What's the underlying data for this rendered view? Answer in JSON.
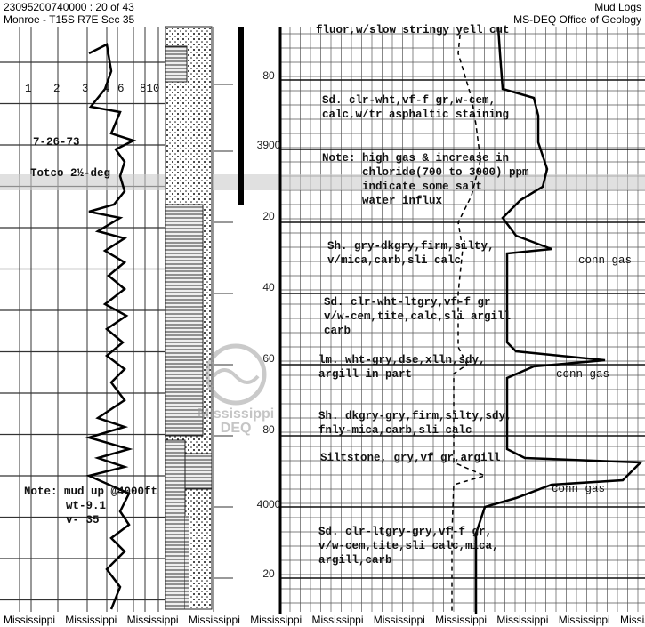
{
  "header": {
    "doc_id": "23095200740000 : 20 of 43",
    "location": "Monroe - T15S R7E Sec 35",
    "doc_type": "Mud Logs",
    "agency": "MS-DEQ Office of Geology"
  },
  "left_track": {
    "scale": [
      "1",
      "2",
      "3",
      "4",
      "6",
      "810"
    ],
    "date": "7-26-73",
    "totco": "Totco 2½-deg",
    "note": [
      "Note: mud up @4000ft",
      "wt-9.1",
      "v- 35"
    ]
  },
  "depths": [
    "80",
    "3900",
    "20",
    "40",
    "60",
    "80",
    "4000",
    "20"
  ],
  "descriptions": [
    [
      "fluor,w/slow stringy yell cut"
    ],
    [
      "Sd. clr-wht,vf-f gr,w-cem,",
      "calc,w/tr asphaltic staining"
    ],
    [
      "Note: high gas & increase in",
      "      chloride(700 to 3000) ppm",
      "      indicate some salt",
      "      water influx"
    ],
    [
      "Sh. gry-dkgry,firm,silty,",
      "v/mica,carb,sli calc"
    ],
    [
      "Sd. clr-wht-ltgry,vf-f gr",
      "v/w-cem,tite,calc,sli argill",
      "carb"
    ],
    [
      "lm. wht-gry,dse,xlln,sdy,",
      "argill in part"
    ],
    [
      "Sh. dkgry-gry,firm,silty,sdy,",
      "fnly-mica,carb,sli calc"
    ],
    [
      "Siltstone, gry,vf gr,argill"
    ],
    [
      "Sd. clr-ltgry-gry,vf-f gr,",
      "v/w-cem,tite,sli calc,mica,",
      "argill,carb"
    ]
  ],
  "gas_labels": [
    "conn gas",
    "conn gas",
    "conn gas"
  ],
  "watermark": [
    "Mississippi",
    "DEQ"
  ],
  "footer": [
    "Mississippi",
    "Mississippi",
    "Mississippi",
    "Mississippi",
    "Mississippi",
    "Mississippi",
    "Mississippi",
    "Mississippi",
    "Mississippi",
    "Mississippi",
    "Mississippi"
  ]
}
